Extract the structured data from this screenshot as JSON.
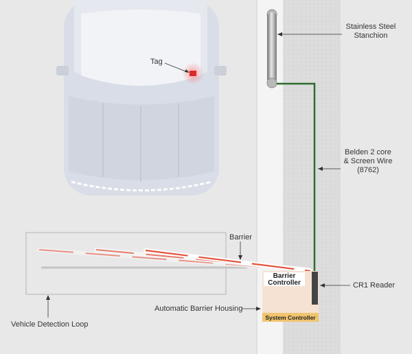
{
  "labels": {
    "tag": "Tag",
    "stanchion": [
      "Stainless Steel",
      "Stanchion"
    ],
    "wire": [
      "Belden 2 core",
      "& Screen Wire",
      "(8762)"
    ],
    "barrier": "Barrier",
    "barrier_controller": [
      "Barrier",
      "Controller"
    ],
    "cr1_reader": "CR1 Reader",
    "housing": "Automatic Barrier Housing",
    "system_controller": "System Controller",
    "detection_loop": "Vehicle Detection Loop"
  },
  "colors": {
    "ground": "#e9e8e9",
    "curb": "#f3f3f3",
    "pavement": "#dcdcdc",
    "car": "#d9dee8",
    "tag": "#d92b2b",
    "wire": "#2e6b2e",
    "housing": "#f6e2d3",
    "system_controller": "#f1c46f",
    "reader": "#444444",
    "barrier_stripe": "#e3533b"
  }
}
